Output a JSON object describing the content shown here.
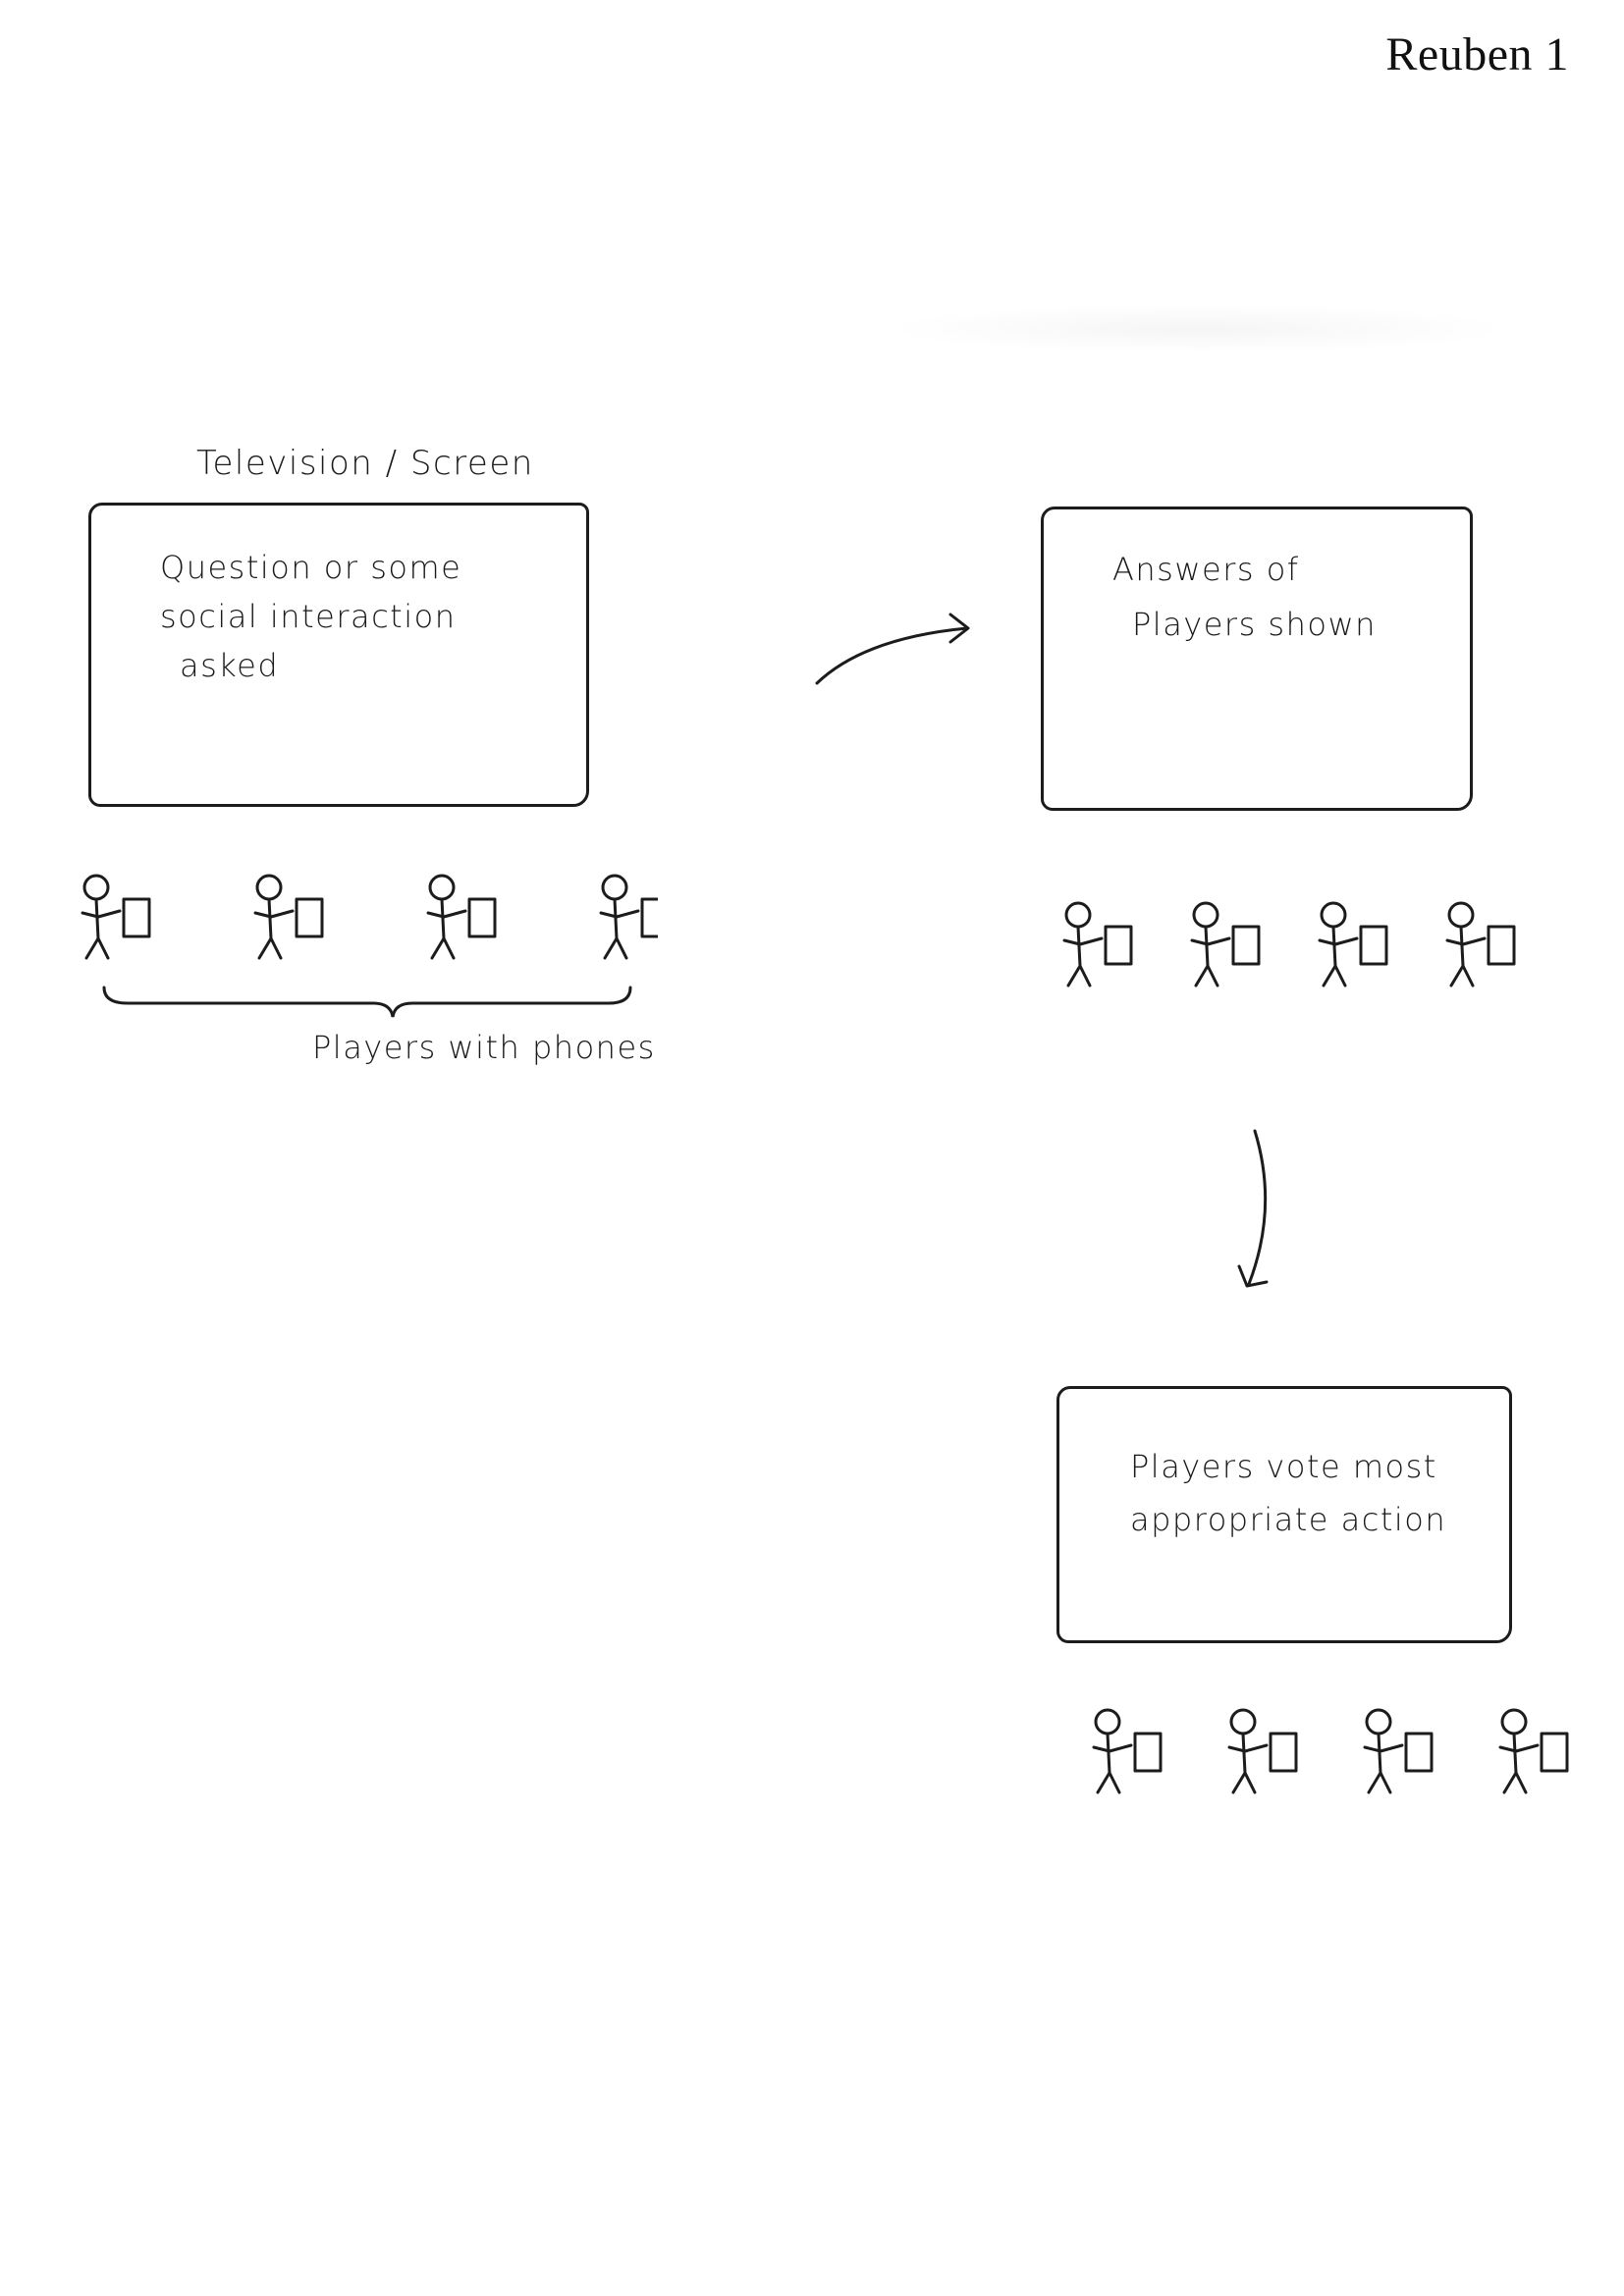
{
  "header": {
    "name": "Reuben 1"
  },
  "panels": [
    {
      "caption": "Television / Screen",
      "text_lines": [
        "Question or some",
        "social interaction",
        "asked"
      ],
      "figure_count": 4
    },
    {
      "text_lines": [
        "Answers of",
        "Players shown"
      ],
      "figure_count": 4
    },
    {
      "text_lines": [
        "Players vote most",
        "appropriate action"
      ],
      "figure_count": 4
    }
  ],
  "group_label": "Players with phones"
}
